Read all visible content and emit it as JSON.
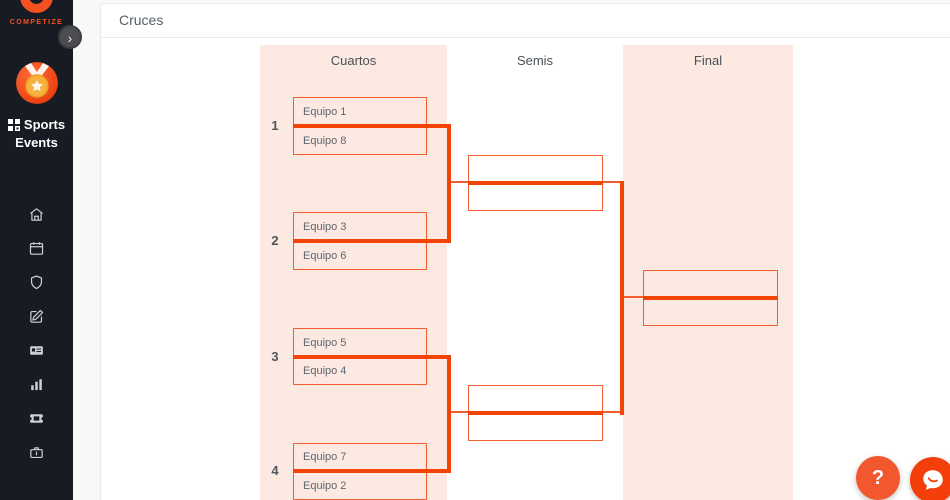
{
  "sidebar": {
    "brand": "COMPETIZE",
    "collapse_icon": "›",
    "app_title_line1": "Sports",
    "app_title_line2": "Events",
    "nav_items": [
      {
        "icon": "home-icon"
      },
      {
        "icon": "calendar-icon"
      },
      {
        "icon": "shield-icon"
      },
      {
        "icon": "compose-icon"
      },
      {
        "icon": "id-card-icon"
      },
      {
        "icon": "stats-icon"
      },
      {
        "icon": "ticket-icon"
      },
      {
        "icon": "briefcase-icon"
      }
    ]
  },
  "header": {
    "title": "Cruces"
  },
  "bracket": {
    "rounds": [
      {
        "label": "Cuartos",
        "highlighted": true,
        "matches": [
          {
            "number": "1",
            "teams": [
              "Equipo 1",
              "Equipo 8"
            ]
          },
          {
            "number": "2",
            "teams": [
              "Equipo 3",
              "Equipo 6"
            ]
          },
          {
            "number": "3",
            "teams": [
              "Equipo 5",
              "Equipo 4"
            ]
          },
          {
            "number": "4",
            "teams": [
              "Equipo 7",
              "Equipo 2"
            ]
          }
        ]
      },
      {
        "label": "Semis",
        "highlighted": false,
        "matches": [
          {
            "teams": [
              "",
              ""
            ]
          },
          {
            "teams": [
              "",
              ""
            ]
          }
        ]
      },
      {
        "label": "Final",
        "highlighted": true,
        "matches": [
          {
            "teams": [
              "",
              ""
            ]
          }
        ]
      }
    ]
  },
  "fab": {
    "help_label": "?"
  },
  "colors": {
    "accent": "#f4511e",
    "connector_thick": "#f24405",
    "slot_border": "#f15f31",
    "round_bg": "#fce9e2",
    "sidebar_bg": "#171c24",
    "help_button": "#f2572e",
    "chat_button": "#f43f0a"
  }
}
